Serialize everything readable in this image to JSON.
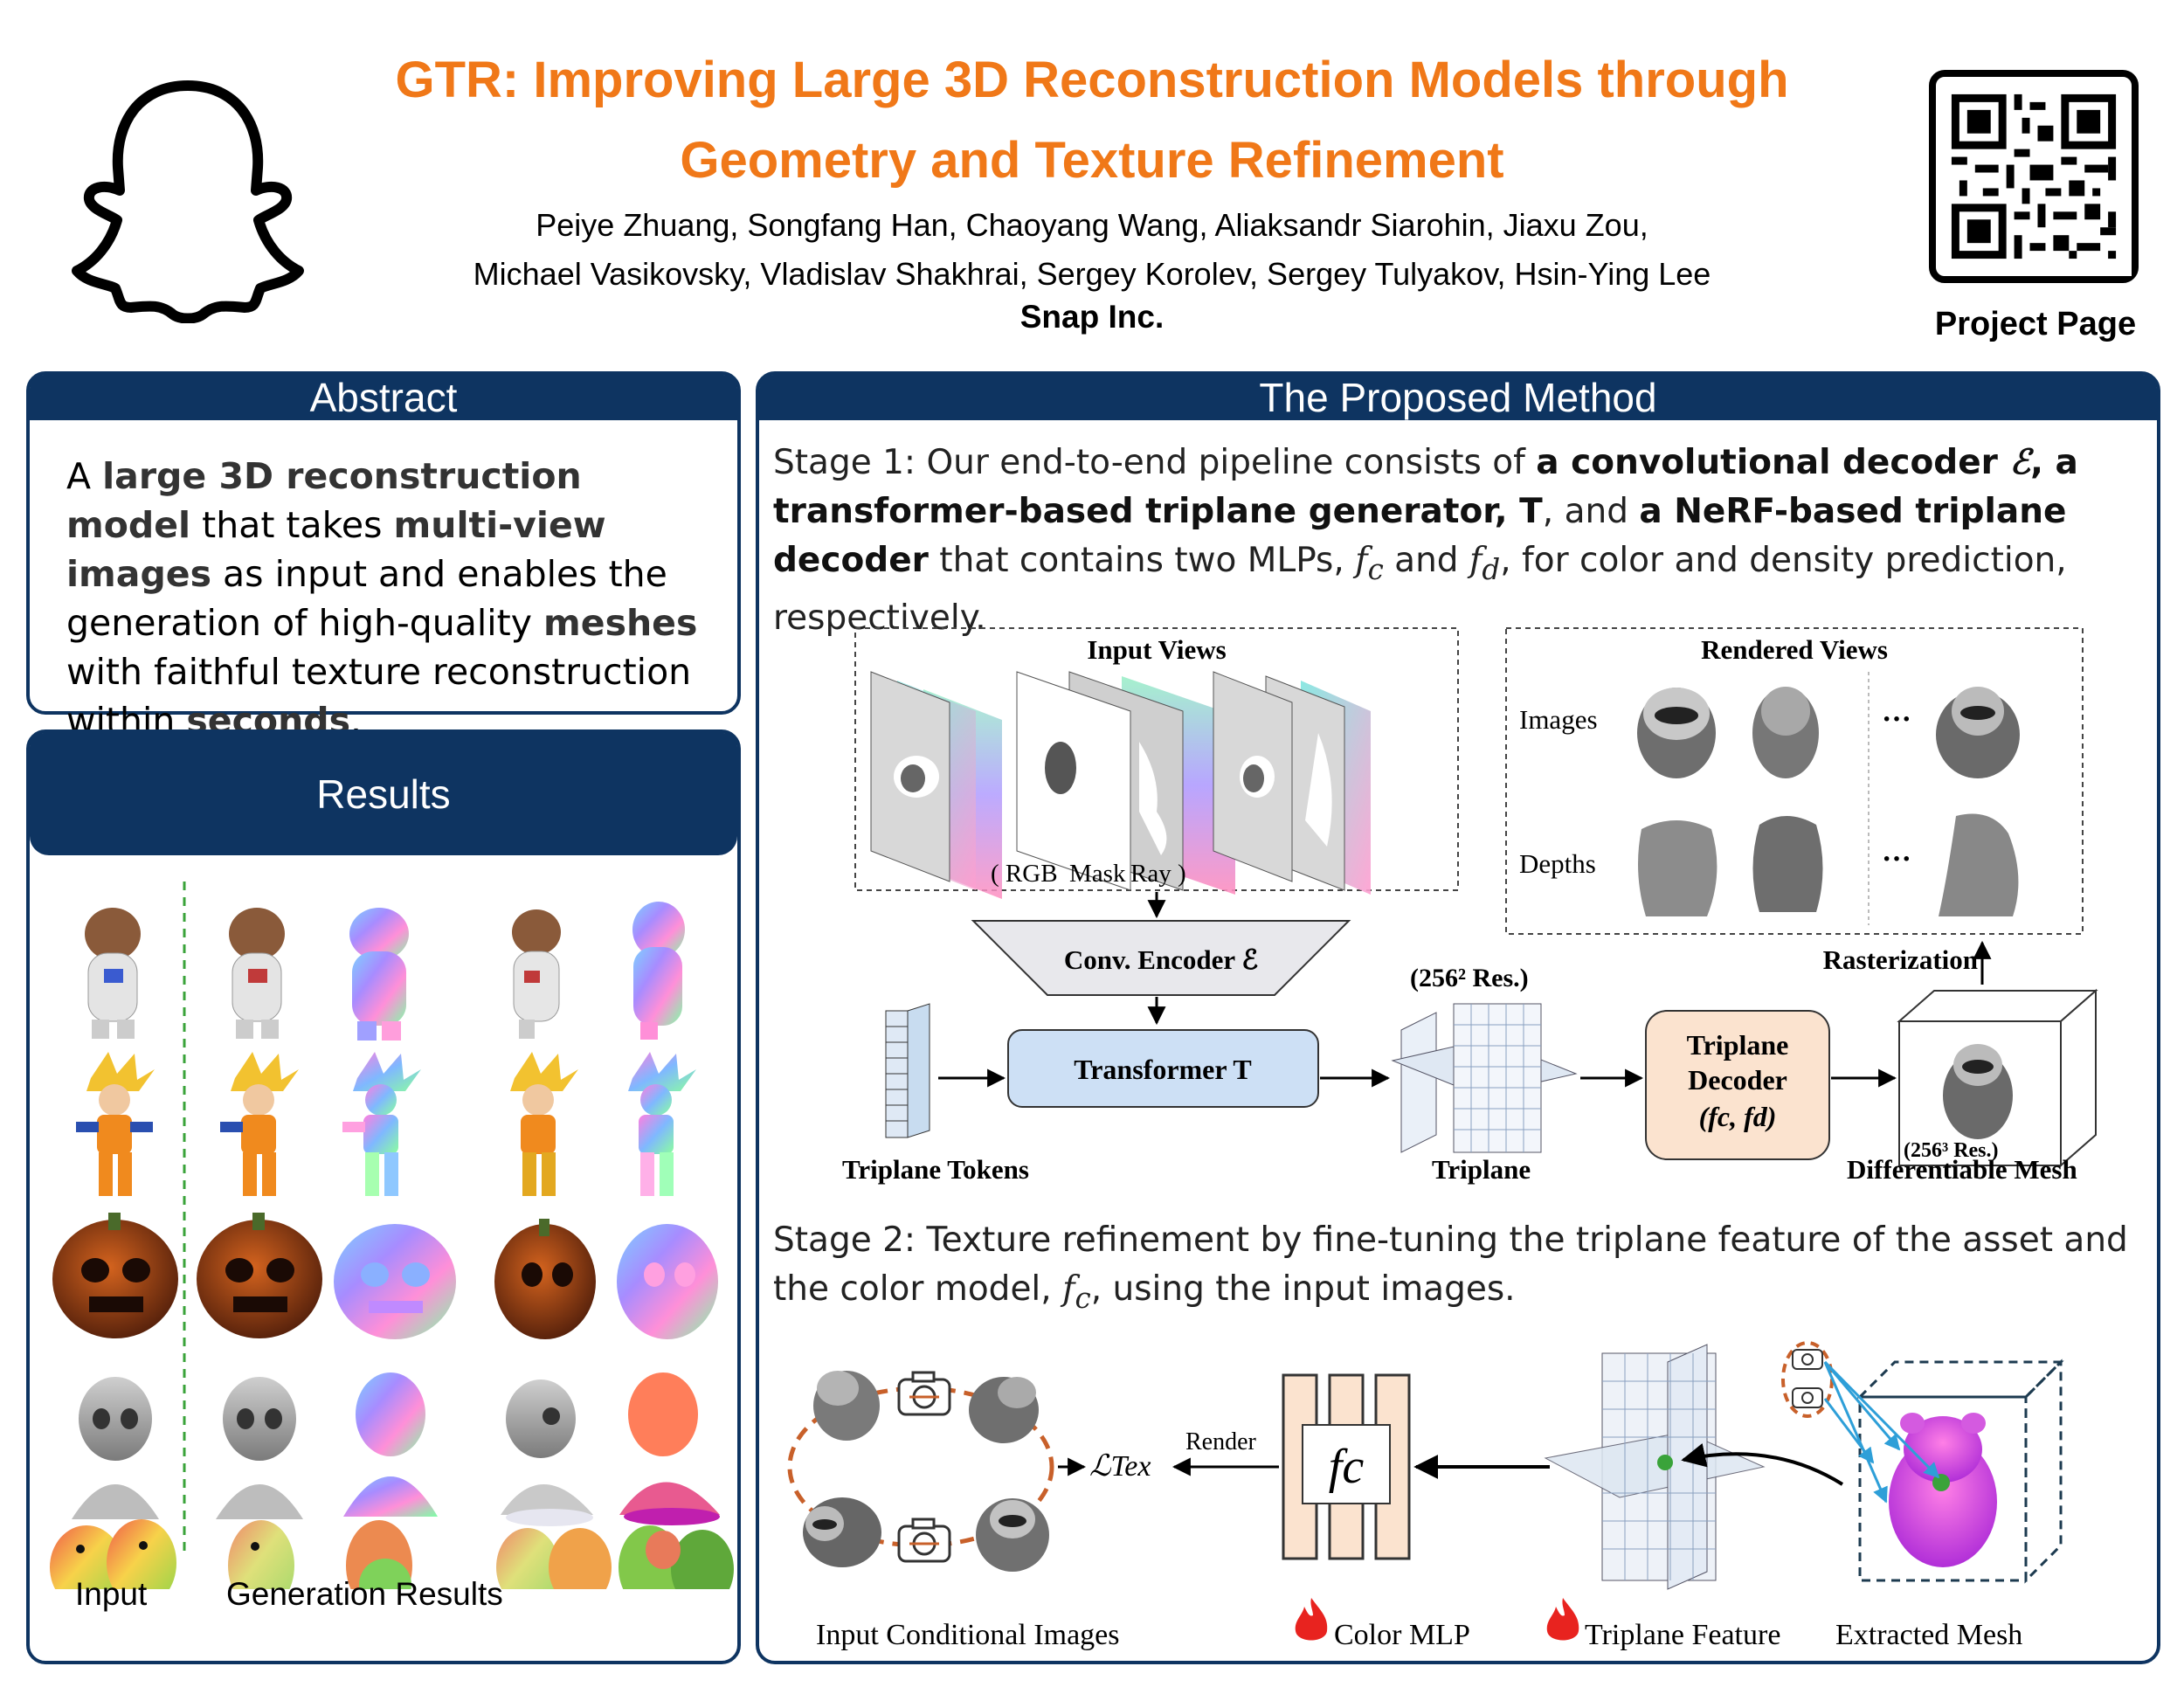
{
  "header": {
    "title_line1": "GTR: Improving Large 3D Reconstruction Models through",
    "title_line2": "Geometry and Texture Refinement",
    "authors_line1": "Peiye Zhuang, Songfang Han, Chaoyang Wang, Aliaksandr Siarohin, Jiaxu Zou,",
    "authors_line2": "Michael Vasikovsky, Vladislav Shakhrai, Sergey Korolev, Sergey Tulyakov, Hsin-Ying Lee",
    "affiliation": "Snap Inc.",
    "qr_label": "Project Page"
  },
  "abstract": {
    "heading": "Abstract",
    "parts": [
      "A ",
      "large 3D reconstruction model",
      " that takes ",
      "multi-view images",
      " as input and enables the generation of high-quality ",
      "meshes",
      " with faithful texture reconstruction within ",
      "seconds",
      "."
    ]
  },
  "results": {
    "heading": "Results",
    "input_label": "Input",
    "generation_label": "Generation Results"
  },
  "method": {
    "heading": "The Proposed Method",
    "stage1_parts": [
      "Stage 1: Our end-to-end pipeline consists of ",
      "a convolutional decoder ",
      "ℰ",
      ", a transformer-based triplane generator, T",
      ", and ",
      "a NeRF-based triplane decoder",
      " that contains two MLPs, ",
      "f",
      "c",
      " and ",
      "f",
      "d",
      ", for color and density prediction, respectively."
    ],
    "stage2_parts": [
      "Stage 2: Texture refinement by fine-tuning the triplane feature of the asset and the color model, ",
      "f",
      "c",
      ", using the input images."
    ],
    "diagram1": {
      "input_views": "Input Views",
      "rgb": "( RGB",
      "mask": "Mask",
      "ray": "Ray )",
      "rendered_views": "Rendered Views",
      "images": "Images",
      "depths": "Depths",
      "dots": "···",
      "conv_encoder": "Conv.  Encoder ℰ",
      "transformer": "Transformer T",
      "triplane_tokens": "Triplane Tokens",
      "res256_2": "(256² Res.)",
      "triplane": "Triplane",
      "triplane_decoder_1": "Triplane",
      "triplane_decoder_2": "Decoder",
      "triplane_decoder_3": "(fc, fd)",
      "rasterization": "Rasterization",
      "res256_3": "(256³ Res.)",
      "diff_mesh": "Differentiable Mesh"
    },
    "diagram2": {
      "render": "Render",
      "loss": "ℒTex",
      "fc": "fc",
      "input_cond_images": "Input Conditional Images",
      "color_mlp": "Color MLP",
      "triplane_feature": "Triplane Feature",
      "extracted_mesh": "Extracted Mesh"
    }
  },
  "colors": {
    "title_orange": "#f07818",
    "panel_navy": "#0e3461",
    "decoder_peach": "#fbe3cf",
    "transformer_blue": "#cde0f5",
    "encoder_gray": "#e8e8ec",
    "dashed_orange": "#c8602a",
    "flame_red": "#e8231f"
  }
}
